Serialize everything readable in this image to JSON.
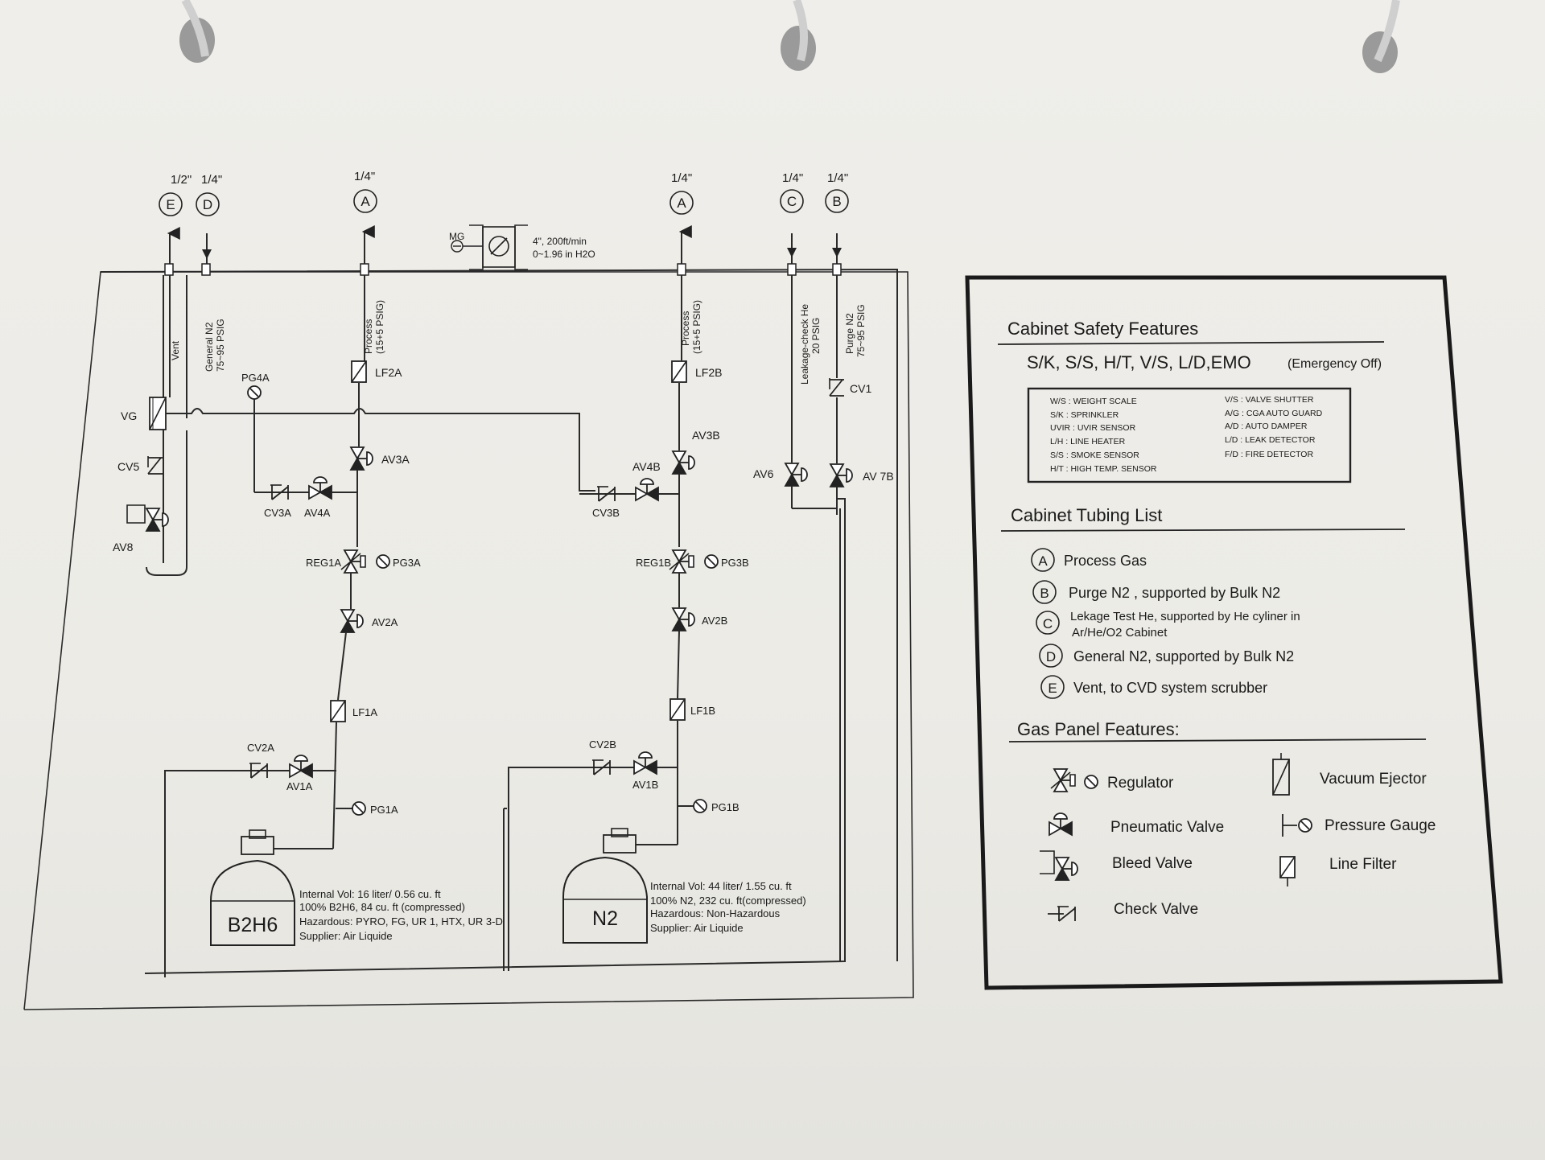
{
  "diagram": {
    "ports": [
      {
        "size": "1/2\"",
        "letter": "E"
      },
      {
        "size": "1/4\"",
        "letter": "D"
      },
      {
        "size": "1/4\"",
        "letter": "A"
      },
      {
        "size": "1/4\"",
        "letter": "A"
      },
      {
        "size": "1/4\"",
        "letter": "C"
      },
      {
        "size": "1/4\"",
        "letter": "B"
      }
    ],
    "line_labels": {
      "vent": "Vent",
      "general_n2": "General N2",
      "general_n2_psig": "75~95 PSIG",
      "process": "Process",
      "process_psig": "(15+5 PSIG)",
      "leak_check": "Leakage-check He",
      "leak_check_psig": "20 PSIG",
      "purge_n2": "Purge N2",
      "purge_n2_psig": "75~95 PSIG"
    },
    "exhaust": {
      "mg": "MG",
      "spec1": "4\", 200ft/min",
      "spec2": "0~1.96 in H2O"
    },
    "components": {
      "vg": "VG",
      "cv5": "CV5",
      "av8": "AV8",
      "pg4a": "PG4A",
      "lf2a": "LF2A",
      "av3a": "AV3A",
      "cv3a": "CV3A",
      "av4a": "AV4A",
      "reg1a": "REG1A",
      "pg3a": "PG3A",
      "av2a": "AV2A",
      "lf1a": "LF1A",
      "cv2a": "CV2A",
      "av1a": "AV1A",
      "pg1a": "PG1A",
      "lf2b": "LF2B",
      "av3b": "AV3B",
      "av4b": "AV4B",
      "cv3b": "CV3B",
      "reg1b": "REG1B",
      "pg3b": "PG3B",
      "av2b": "AV2B",
      "lf1b": "LF1B",
      "cv2b": "CV2B",
      "av1b": "AV1B",
      "pg1b": "PG1B",
      "av6": "AV6",
      "cv1": "CV1",
      "av7b": "AV 7B"
    },
    "cylinder_a": {
      "name": "B2H6",
      "lines": [
        "Internal Vol: 16 liter/ 0.56 cu. ft",
        "100% B2H6, 84 cu. ft (compressed)",
        "Hazardous: PYRO, FG, UR 1, HTX, UR 3-D",
        "Supplier: Air Liquide"
      ]
    },
    "cylinder_b": {
      "name": "N2",
      "lines": [
        "Internal Vol: 44 liter/ 1.55 cu. ft",
        "100% N2, 232 cu. ft(compressed)",
        "Hazardous:  Non-Hazardous",
        "Supplier: Air Liquide"
      ]
    }
  },
  "panel": {
    "safety_title": "Cabinet Safety Features",
    "safety_line": "S/K,  S/S,  H/T, V/S,  L/D,EMO",
    "safety_line_small": "(Emergency Off)",
    "legend_left": [
      "W/S : WEIGHT SCALE",
      "S/K : SPRINKLER",
      "UVIR : UVIR SENSOR",
      "L/H : LINE HEATER",
      "S/S : SMOKE SENSOR",
      "H/T : HIGH TEMP. SENSOR"
    ],
    "legend_right": [
      "V/S : VALVE SHUTTER",
      "A/G : CGA AUTO GUARD",
      "A/D : AUTO DAMPER",
      "L/D : LEAK DETECTOR",
      "F/D : FIRE DETECTOR"
    ],
    "tubing_title": "Cabinet Tubing List",
    "tubing": [
      {
        "letter": "A",
        "text": "Process Gas"
      },
      {
        "letter": "B",
        "text": "Purge N2 , supported by Bulk N2"
      },
      {
        "letter": "C",
        "text": "Lekage Test He, supported by He cyliner in",
        "text2": "Ar/He/O2 Cabinet"
      },
      {
        "letter": "D",
        "text": "General N2, supported by Bulk N2"
      },
      {
        "letter": "E",
        "text": "Vent, to CVD system scrubber"
      }
    ],
    "features_title": "Gas Panel Features:",
    "features": {
      "regulator": "Regulator",
      "vacuum_ejector": "Vacuum Ejector",
      "pneumatic_valve": "Pneumatic Valve",
      "pressure_gauge": "Pressure Gauge",
      "bleed_valve": "Bleed Valve",
      "line_filter": "Line Filter",
      "check_valve": "Check Valve"
    }
  }
}
